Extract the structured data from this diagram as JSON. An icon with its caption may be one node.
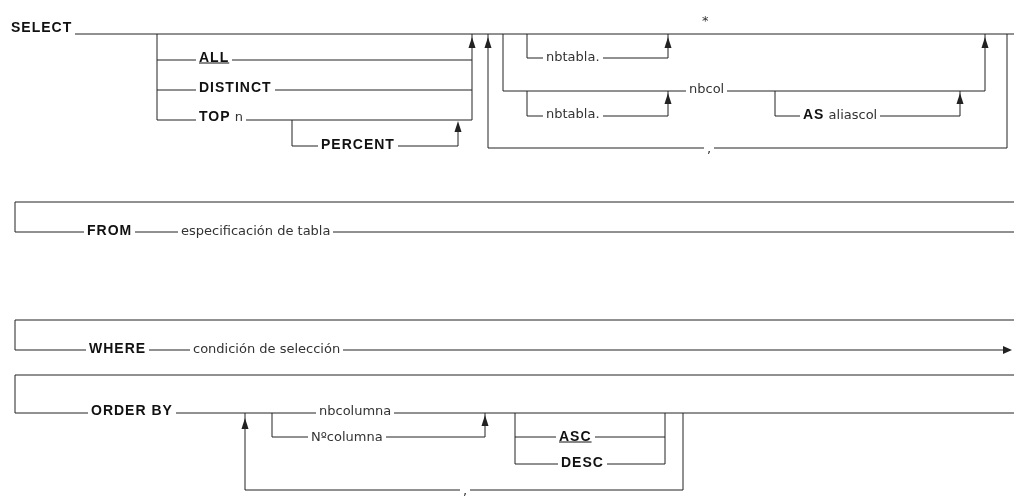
{
  "diagram": {
    "labels": [
      "SELECT",
      "*",
      "ALL",
      "nbtabla.",
      "DISTINCT",
      "nbcol",
      "**TOP** n",
      "nbtabla.",
      "**AS** aliascol",
      "PERCENT",
      ",",
      "FROM",
      "especificación de tabla",
      "WHERE",
      "condición de selección",
      "ORDER BY",
      "nbcolumna",
      "Nºcolumna",
      "ASC",
      "DESC",
      ","
    ]
  }
}
